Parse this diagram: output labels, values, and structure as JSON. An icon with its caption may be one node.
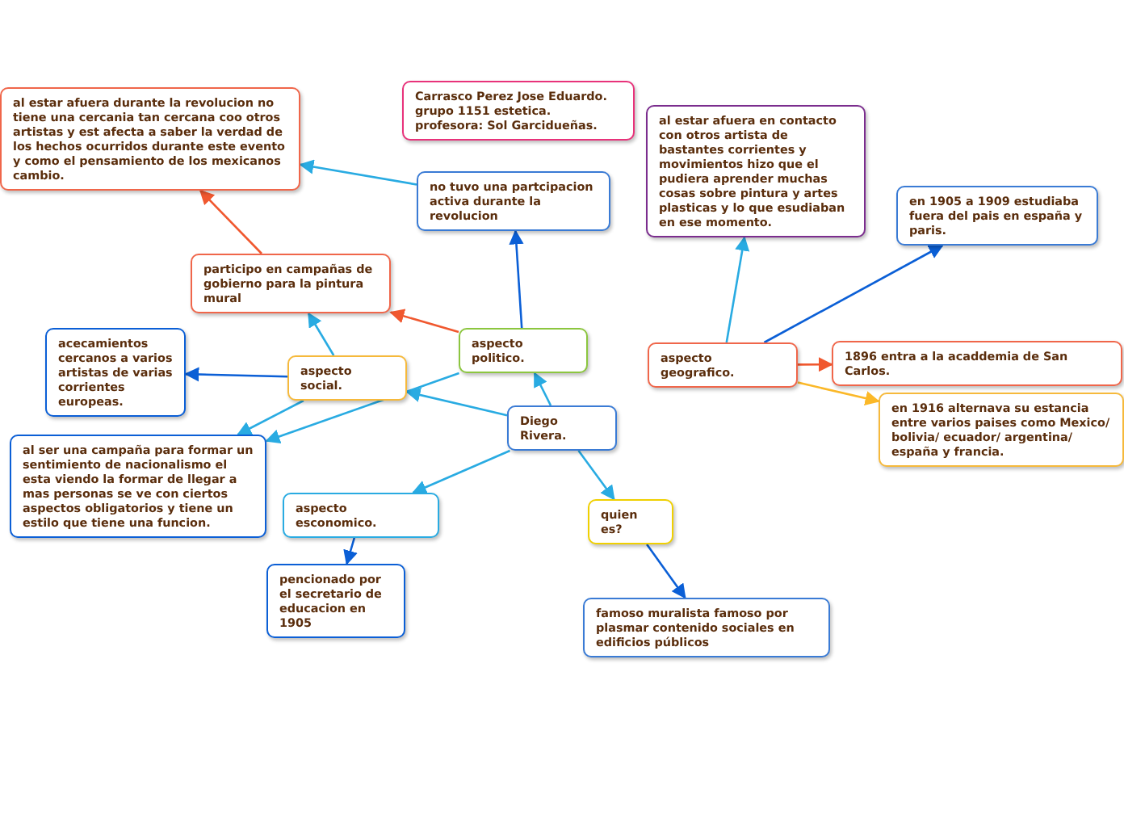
{
  "diagram": {
    "nodes": [
      {
        "text": [
          "Carrasco Perez Jose Eduardo. grupo 1151 estetica. profesora: Sol Garcidueñas."
        ]
      },
      {
        "text": [
          "Diego Rivera."
        ]
      },
      {
        "text": [
          "aspecto politico."
        ]
      },
      {
        "text": [
          "aspecto social."
        ]
      },
      {
        "text": [
          "aspecto geografico."
        ]
      },
      {
        "text": [
          "aspecto esconomico."
        ]
      },
      {
        "text": [
          "quien es?"
        ]
      },
      {
        "text": [
          "no tuvo una partcipacion activa durante la revolucion"
        ]
      },
      {
        "text": [
          "al estar afuera durante la revolucion no tiene una cercania tan cercana coo otros artistas y est afecta a saber la verdad de los hechos ocurridos durante este evento y como el pensamiento de los mexicanos cambio."
        ]
      },
      {
        "text": [
          "participo en campañas de gobierno para la pintura mural"
        ]
      },
      {
        "text": [
          "acecamientos cercanos a varios artistas de varias corrientes europeas."
        ]
      },
      {
        "text": [
          "al ser una campaña para formar un sentimiento de nacionalismo el esta viendo la formar de llegar a mas personas se ve con ciertos aspectos obligatorios y tiene un estilo que tiene una funcion."
        ]
      },
      {
        "text": [
          "pencionado por el secretario de educacion en 1905"
        ]
      },
      {
        "text": [
          "al estar afuera en contacto con otros artista de bastantes corrientes y movimientos hizo que el pudiera aprender muchas cosas sobre pintura y artes plasticas y lo que esudiaban en ese momento."
        ]
      },
      {
        "text": [
          "en 1905 a 1909 estudiaba fuera del pais en españa y paris."
        ]
      },
      {
        "text": [
          "1896 entra a la acaddemia de San Carlos."
        ]
      },
      {
        "text": [
          "en 1916 alternava su estancia entre varios paises como Mexico/ bolivia/ ecuador/ argentina/ españa y francia."
        ]
      },
      {
        "text": [
          "famoso muralista famoso por plasmar contenido sociales en edificios públicos"
        ]
      }
    ],
    "edges": [
      {
        "from": 1,
        "to": 2,
        "arrow": "to"
      },
      {
        "from": 1,
        "to": 3,
        "arrow": "to"
      },
      {
        "from": 1,
        "to": 5,
        "arrow": "to"
      },
      {
        "from": 1,
        "to": 6,
        "arrow": "to"
      },
      {
        "from": 2,
        "to": 7,
        "arrow": "to",
        "color": "#0b5fd6"
      },
      {
        "from": 2,
        "to": 9,
        "arrow": "to",
        "color": "#f0582f"
      },
      {
        "from": 2,
        "to": 11,
        "arrow": "to"
      },
      {
        "from": 3,
        "to": 9,
        "arrow": "to"
      },
      {
        "from": 3,
        "to": 10,
        "arrow": "to",
        "color": "#0b5fd6"
      },
      {
        "from": 3,
        "to": 11,
        "arrow": "to"
      },
      {
        "from": 7,
        "to": 8,
        "arrow": "to"
      },
      {
        "from": 9,
        "to": 8,
        "arrow": "to",
        "color": "#f0582f"
      },
      {
        "from": 4,
        "to": 13,
        "arrow": "to"
      },
      {
        "from": 4,
        "to": 14,
        "arrow": "to",
        "color": "#0b5fd6"
      },
      {
        "from": 4,
        "to": 15,
        "arrow": "to",
        "color": "#f0582f"
      },
      {
        "from": 4,
        "to": 16,
        "arrow": "to",
        "color": "#fbb828"
      },
      {
        "from": 5,
        "to": 12,
        "arrow": "to",
        "color": "#0b5fd6"
      },
      {
        "from": 6,
        "to": 17,
        "arrow": "to",
        "color": "#0b5fd6"
      }
    ]
  }
}
